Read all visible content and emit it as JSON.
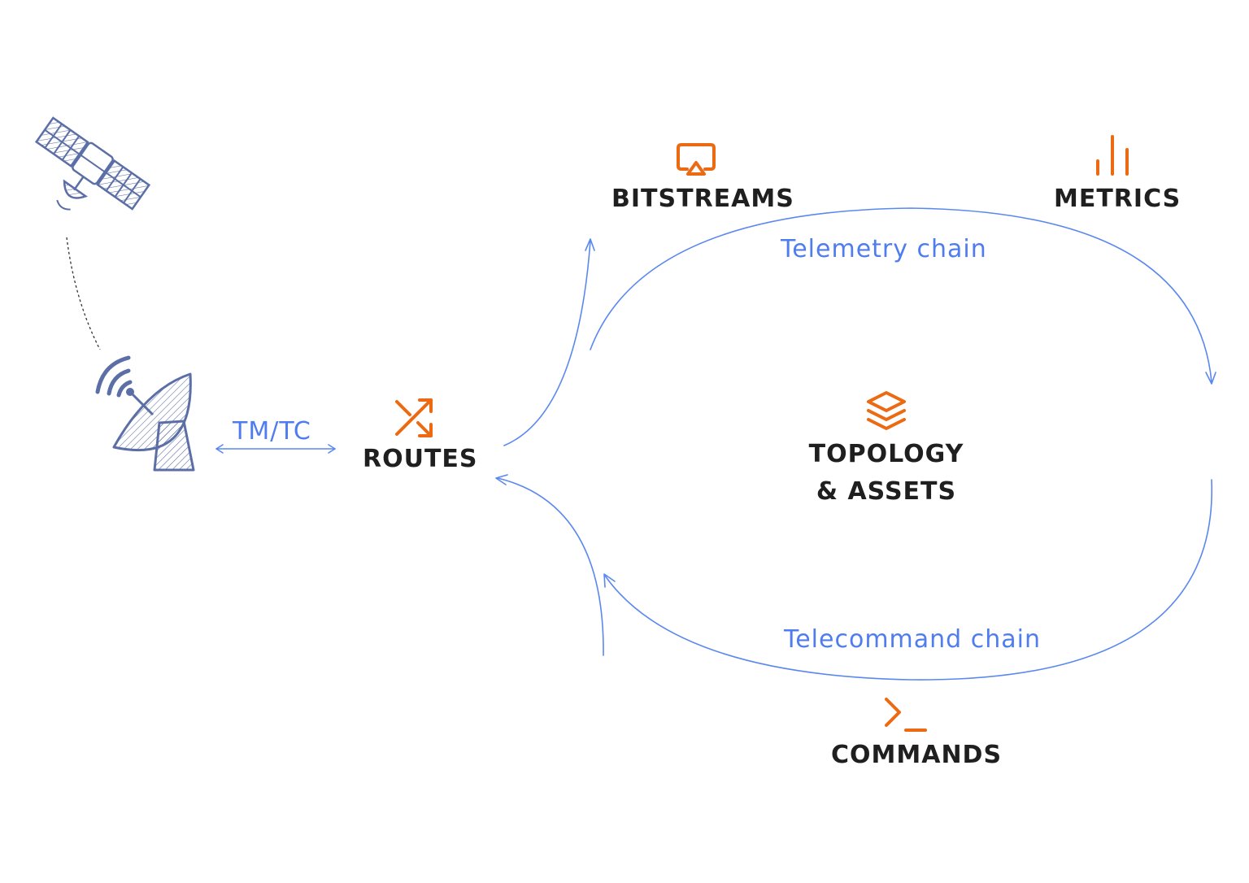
{
  "nodes": {
    "bitstreams": {
      "label": "BITSTREAMS",
      "icon": "airplay-icon"
    },
    "metrics": {
      "label": "METRICS",
      "icon": "bar-chart-icon"
    },
    "routes": {
      "label": "ROUTES",
      "icon": "shuffle-icon"
    },
    "topology": {
      "label_line1": "TOPOLOGY",
      "label_line2": "& ASSETS",
      "icon": "layers-icon"
    },
    "commands": {
      "label": "COMMANDS",
      "icon": "terminal-icon"
    },
    "satellite": {
      "icon": "satellite-icon"
    },
    "ground_station": {
      "icon": "satellite-dish-icon"
    }
  },
  "edges": {
    "tmtc": {
      "label": "TM/TC"
    },
    "telemetry": {
      "label": "Telemetry chain"
    },
    "telecommand": {
      "label": "Telecommand chain"
    }
  },
  "colors": {
    "accent_orange": "#ec6a12",
    "flow_blue": "#5a88f0",
    "label_blue": "#4f7dee",
    "text_dark": "#1f1f1f",
    "hardware_blue": "#5b6fa6"
  }
}
